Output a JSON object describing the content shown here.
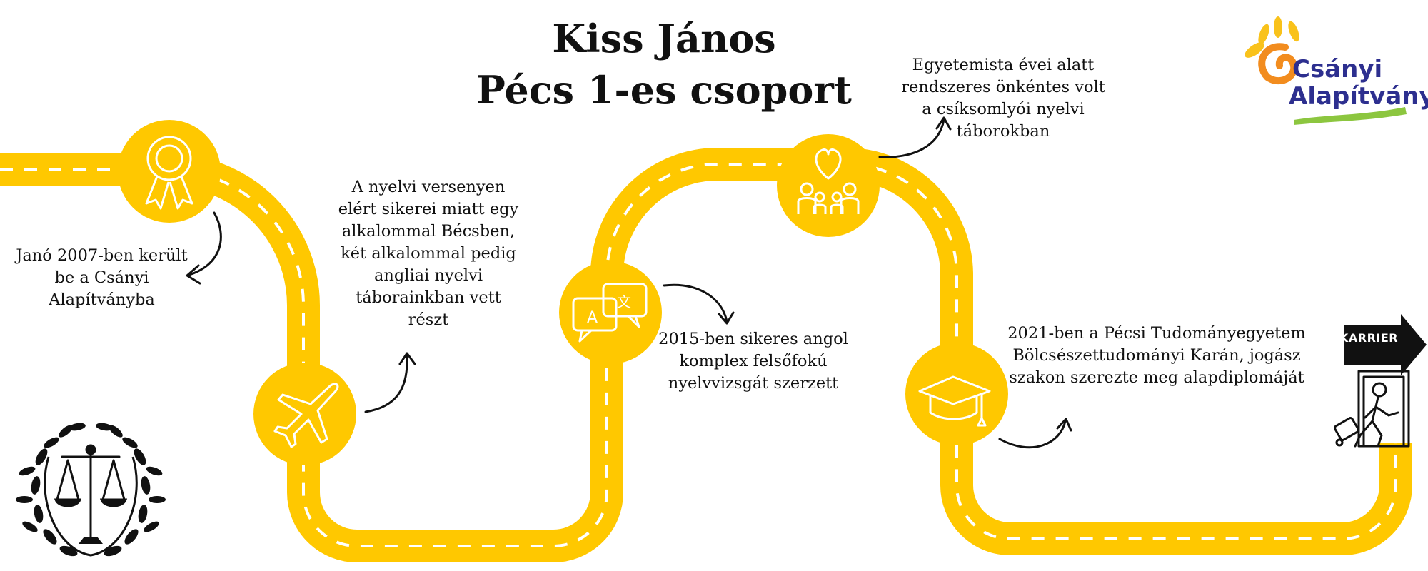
{
  "title": {
    "line1": "Kiss János",
    "line2": "Pécs 1-es csoport"
  },
  "captions": [
    "Janó 2007-ben került be a Csányi Alapítványba",
    "A nyelvi versenyen elért sikerei miatt egy alkalommal Bécsben, két alkalommal pedig angliai nyelvi táborainkban vett részt",
    "2015-ben sikeres angol komplex felsőfokú nyelvvizsgát szerzett",
    "Egyetemista évei alatt rendszeres önkéntes volt a csíksomlyói nyelvi táborokban",
    "2021-ben a Pécsi Tudományegyetem Bölcsészettudományi Karán, jogász szakon szerezte meg alapdiplomáját"
  ],
  "logo": {
    "line1": "Csányi",
    "line2": "Alapítvány"
  },
  "karrier": "KARRIER",
  "colors": {
    "road": "#FFC800",
    "dash": "#ffffff",
    "text": "#111111",
    "logo_text": "#2d2f8f",
    "logo_orange": "#F28C1E",
    "logo_yellow": "#F9C21B",
    "logo_green": "#8CC63F"
  },
  "icons": [
    "award-ribbon-icon",
    "airplane-icon",
    "translate-chat-icon",
    "volunteer-heart-icon",
    "graduation-cap-icon",
    "career-exit-icon",
    "scales-of-justice-icon"
  ]
}
